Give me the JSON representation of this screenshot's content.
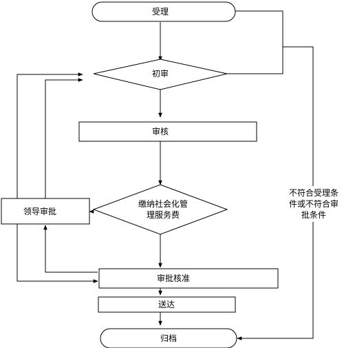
{
  "nodes": {
    "accept": "受理",
    "initial_review": "初审",
    "audit": "审核",
    "pay_fee_line1": "缴纳社会化管",
    "pay_fee_line2": "理服务费",
    "leader_approval": "领导审批",
    "approve": "审批核准",
    "deliver": "送达",
    "archive": "归档"
  },
  "side_note": {
    "line1": "不符合受理条",
    "line2": "件或不符合审",
    "line3": "批条件"
  }
}
